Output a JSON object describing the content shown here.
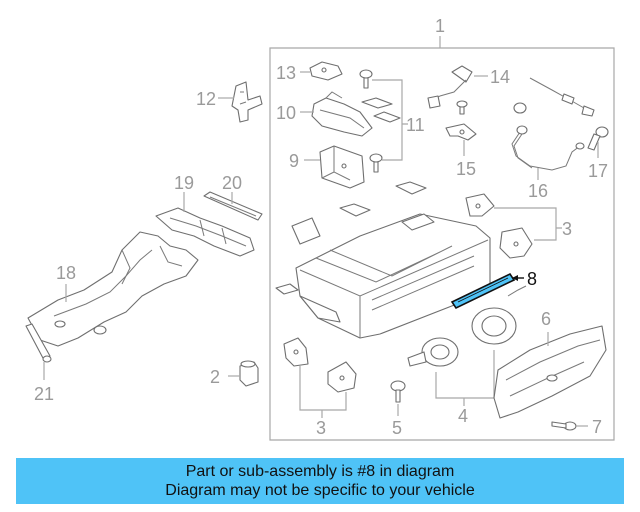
{
  "diagram": {
    "callouts": {
      "c1": "1",
      "c2": "2",
      "c3a": "3",
      "c3b": "3",
      "c4": "4",
      "c5": "5",
      "c6": "6",
      "c7": "7",
      "c8": "8",
      "c9": "9",
      "c10": "10",
      "c11": "11",
      "c12": "12",
      "c13": "13",
      "c14": "14",
      "c15": "15",
      "c16": "16",
      "c17": "17",
      "c18": "18",
      "c19": "19",
      "c20": "20",
      "c21": "21"
    },
    "highlight_part": "8",
    "colors": {
      "highlight": "#4fc3f7",
      "line": "#a8a8a8",
      "part_stroke": "#6f6f6f",
      "banner": "#4fc3f7"
    }
  },
  "banner": {
    "line1": "Part or sub-assembly is #8 in diagram",
    "line2": "Diagram may not be specific to your vehicle"
  }
}
